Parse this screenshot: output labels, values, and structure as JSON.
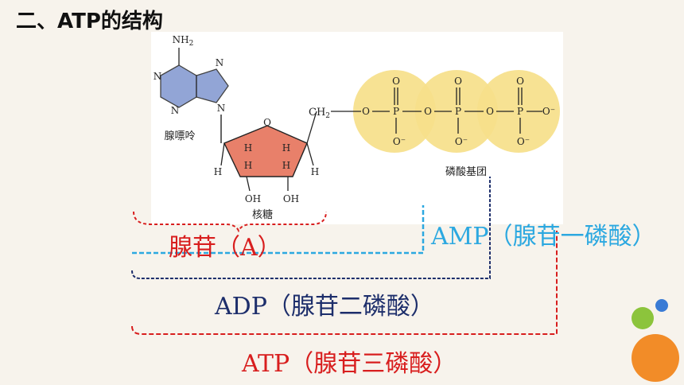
{
  "title": "二、ATP的结构",
  "figure": {
    "adenine_label": "腺嘌呤",
    "ribose_label": "核糖",
    "phosphate_label": "磷酸基团",
    "atoms": {
      "nh2": "NH",
      "nh2_sub": "2",
      "n": "N",
      "o": "O",
      "h": "H",
      "oh": "OH",
      "ch2": "CH",
      "ch2_sub": "2",
      "p": "P",
      "o_minus": "O⁻"
    }
  },
  "labels": {
    "adenosine": "腺苷（A）",
    "amp": "AMP（腺苷一磷酸）",
    "adp": "ADP（腺苷二磷酸）",
    "atp": "ATP（腺苷三磷酸）"
  },
  "colors": {
    "adenosine": "#d81e1e",
    "amp": "#2ca8e0",
    "adp": "#1d2e6b",
    "atp": "#d81e1e",
    "ribose_fill": "#e8806a",
    "adenine_fill": "#7f96d0",
    "phosphate_fill": "#f6e08a"
  }
}
